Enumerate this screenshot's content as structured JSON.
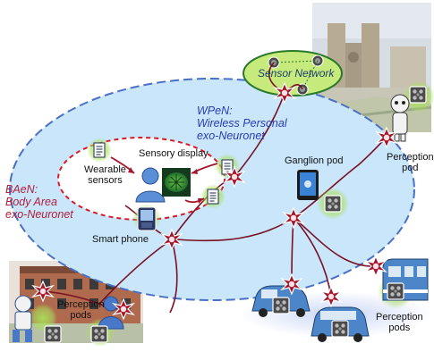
{
  "labels": {
    "sensor_network": "Sensor Network",
    "wpen_line1": "WPeN:",
    "wpen_line2": "Wireless Personal",
    "wpen_line3": "exo-Neuronet",
    "baen_line1": "BAeN:",
    "baen_line2": "Body Area",
    "baen_line3": "exo-Neuronet",
    "sensory_display": "Sensory display",
    "wearable_line1": "Wearable",
    "wearable_line2": "sensors",
    "smart_phone": "Smart phone",
    "ganglion_pod": "Ganglion pod",
    "perception_pod_right_line1": "Perception",
    "perception_pod_right_line2": "pod",
    "perception_pods_left_line1": "Perception",
    "perception_pods_left_line2": "pods",
    "perception_pods_bottom_line1": "Perception",
    "perception_pods_bottom_line2": "pods"
  },
  "colors": {
    "baen_fill": "#c9e6fb",
    "dashed_border": "#4a6fc4",
    "wpen_text": "#2a3bb5",
    "baen_text": "#b0203c",
    "neuron_red": "#a4162b",
    "axon": "#7a1023",
    "sensor_network_fill": "#c7ea7c",
    "sensor_network_border": "#2a7a2a",
    "green_glow": "#a9e05a",
    "wearable_ellipse": "#d9192a",
    "car_blue": "#4d86c8"
  },
  "icons": {
    "neuron": "neuron-icon",
    "sensor_node": "sensor-node-icon",
    "document": "document-icon",
    "person": "person-icon",
    "smartphone": "smartphone-icon",
    "tablet": "tablet-icon",
    "car": "car-icon",
    "train": "train-icon",
    "robot": "robot-icon",
    "cathedral": "cathedral-photo",
    "campus": "campus-photo"
  }
}
